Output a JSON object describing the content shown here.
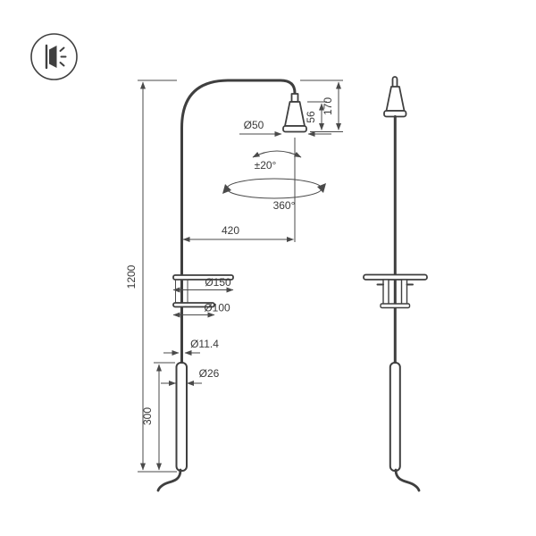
{
  "colors": {
    "line": "#3f3f3f",
    "dim": "#4a4a4a",
    "text": "#3a3a3a",
    "bg": "#ffffff"
  },
  "logo": {
    "icon": "wall-lamp-light-icon"
  },
  "dimensions": {
    "arm_drop_height": "170",
    "head_height": "56",
    "head_diameter": "Ø50",
    "tilt_angle": "±20°",
    "rotation_angle": "360°",
    "arm_reach": "420",
    "pole_height": "1200",
    "shelf_diameter": "Ø150",
    "lower_disc_diameter": "Ø100",
    "pole_diameter": "Ø11.4",
    "base_tube_diameter": "Ø26",
    "base_tube_height": "300"
  }
}
